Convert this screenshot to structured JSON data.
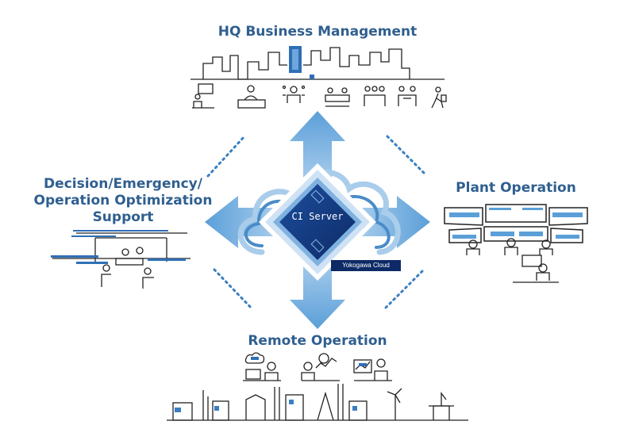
{
  "labels": {
    "hq": "HQ Business Management",
    "plant": "Plant Operation",
    "decision": "Decision/Emergency/\nOperation Optimization\nSupport",
    "remote": "Remote Operation"
  },
  "center": {
    "server": "CI Server",
    "cloud": "Yokogawa Cloud"
  },
  "colors": {
    "title": "#2f5f8f",
    "arrow": "#5b9fd8",
    "cloud_outline": "#4a8cc7",
    "server_dark": "#0d2a66",
    "line_art": "#222222",
    "accent": "#3a7fc0"
  },
  "icons": {
    "hq": [
      "presenter-icon",
      "desk-worker-icon",
      "network-person-icon",
      "meeting-icon",
      "team-icon",
      "handshake-icon",
      "walking-person-icon"
    ],
    "remote": [
      "cloud-worker-icon",
      "analyst-icon",
      "monitor-worker-icon"
    ]
  }
}
